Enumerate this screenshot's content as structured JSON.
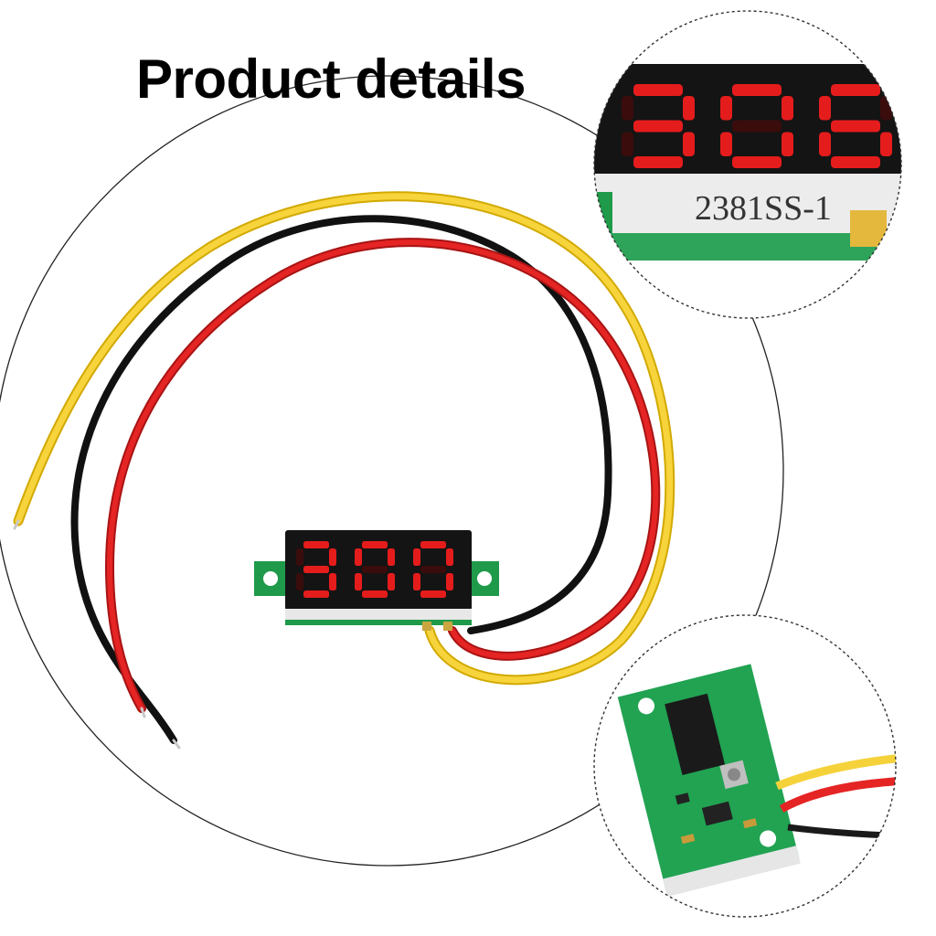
{
  "title": "Product details",
  "display": {
    "digits": [
      "3",
      "0",
      "0"
    ],
    "color": "#e51c1c",
    "off_color": "#3a0c0c"
  },
  "zoom_top": {
    "digits": [
      "3",
      "0",
      "6"
    ],
    "label": "2381SS-1"
  },
  "wires": {
    "yellow": "#f5d23a",
    "black": "#1a1a1a",
    "red": "#e52424"
  },
  "colors": {
    "pcb": "#1f9a4a",
    "panel": "#141414"
  }
}
